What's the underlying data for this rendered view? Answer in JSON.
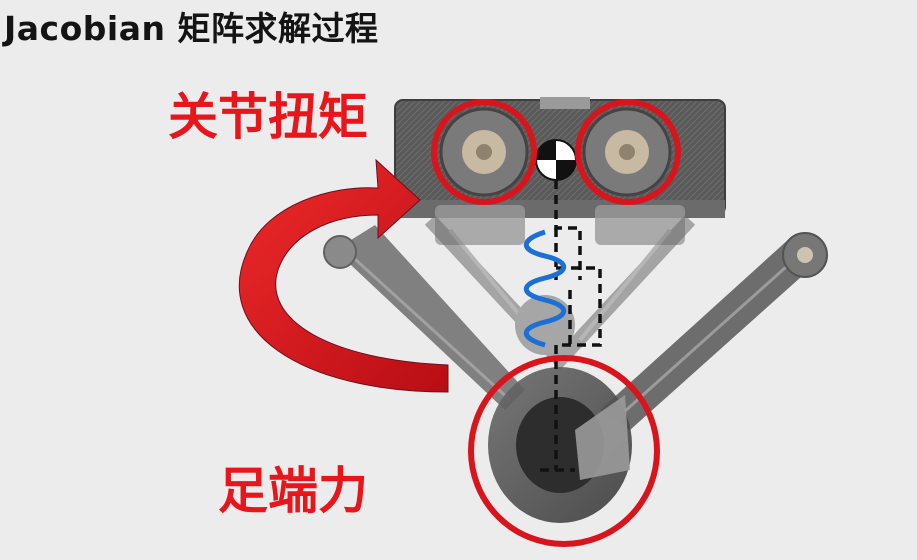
{
  "slide": {
    "title": "Jacobian 矩阵求解过程"
  },
  "labels": {
    "joint_torque": "关节扭矩",
    "foot_force": "足端力"
  },
  "colors": {
    "background": "#ececec",
    "title_text": "#141414",
    "label_red": "#e8151b",
    "circle_red": "#d8151c",
    "arrow_red": "#d9121a",
    "arrow_red_dark": "#b50d14",
    "spring_blue": "#1c6fd4",
    "frame_gray": "#4a4a4a",
    "frame_light": "#8a8a8a"
  },
  "icons": {
    "center_of_mass": "center-of-mass-icon",
    "curved_arrow": "curved-arrow-icon"
  }
}
